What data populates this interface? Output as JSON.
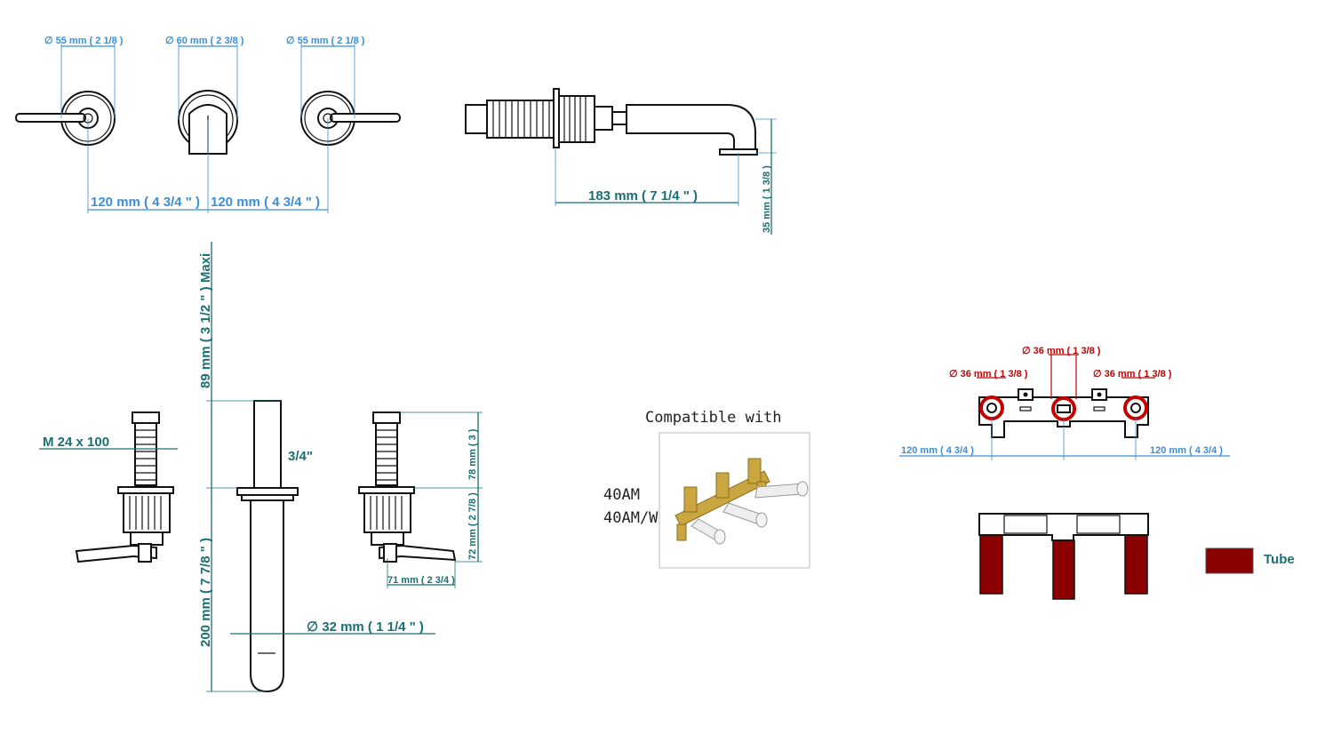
{
  "top_view": {
    "dia_left": "∅  55 mm ( 2 1/8 )",
    "dia_center": "∅  60 mm ( 2 3/8 )",
    "dia_right": "∅  55 mm ( 2 1/8 )",
    "spacing_left": "120 mm ( 4 3/4 \" )",
    "spacing_right": "120 mm ( 4 3/4 \" )"
  },
  "side_view": {
    "length": "183 mm ( 7 1/4 \" )",
    "height": "35 mm ( 1 3/8 )"
  },
  "section_view": {
    "max_depth": "89 mm ( 3 1/2 \" )  Maxi",
    "thread": "M  24  x 100",
    "connection": "3/4\"",
    "spout_length": "200 mm ( 7 7/8 \" )",
    "spout_diameter": "∅  32 mm ( 1 1/4 \" )",
    "valve_upper": "78 mm ( 3 )",
    "valve_lower": "72 mm ( 2 7/8 )",
    "valve_width": "71 mm ( 2 3/4 )"
  },
  "compatible": {
    "title": "Compatible with",
    "models": [
      "40AM",
      "40AM/W"
    ]
  },
  "rough_in": {
    "dia_left": "∅  36 mm ( 1 3/8 )",
    "dia_center": "∅  36 mm ( 1 3/8 )",
    "dia_right": "∅  36 mm ( 1 3/8 )",
    "spacing_left": "120 mm ( 4 3/4 )",
    "spacing_right": "120 mm ( 4 3/4 )"
  },
  "legend": {
    "tube_label": "Tube",
    "tube_color": "#8b0000"
  },
  "colors": {
    "dimension_blue": "#3b8fd6",
    "dimension_teal": "#1a6f73",
    "dimension_red": "#c40000",
    "brass": "#c9a640"
  }
}
